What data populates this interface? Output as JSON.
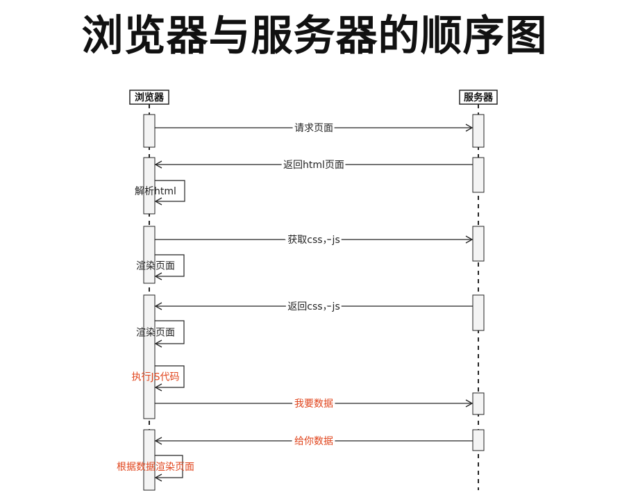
{
  "title": "浏览器与服务器的顺序图",
  "colors": {
    "line": "#222222",
    "activation_fill": "#f4f4f4",
    "highlight": "#e0441c"
  },
  "participants": [
    {
      "name": "浏览器"
    },
    {
      "name": "服务器"
    }
  ],
  "messages": [
    {
      "label": "请求页面",
      "from": "浏览器",
      "to": "服务器",
      "highlight": false
    },
    {
      "label": "返回html页面",
      "from": "服务器",
      "to": "浏览器",
      "highlight": false
    },
    {
      "label": "解析html",
      "from": "浏览器",
      "to": "浏览器",
      "highlight": false
    },
    {
      "label": "获取css，js",
      "from": "浏览器",
      "to": "服务器",
      "highlight": false
    },
    {
      "label": "渲染页面",
      "from": "浏览器",
      "to": "浏览器",
      "highlight": false
    },
    {
      "label": "返回css，js",
      "from": "服务器",
      "to": "浏览器",
      "highlight": false
    },
    {
      "label": "渲染页面",
      "from": "浏览器",
      "to": "浏览器",
      "highlight": false
    },
    {
      "label": "执行JS代码",
      "from": "浏览器",
      "to": "浏览器",
      "highlight": true
    },
    {
      "label": "我要数据",
      "from": "浏览器",
      "to": "服务器",
      "highlight": true
    },
    {
      "label": "给你数据",
      "from": "服务器",
      "to": "浏览器",
      "highlight": true
    },
    {
      "label": "根据数据渲染页面",
      "from": "浏览器",
      "to": "浏览器",
      "highlight": true
    }
  ]
}
